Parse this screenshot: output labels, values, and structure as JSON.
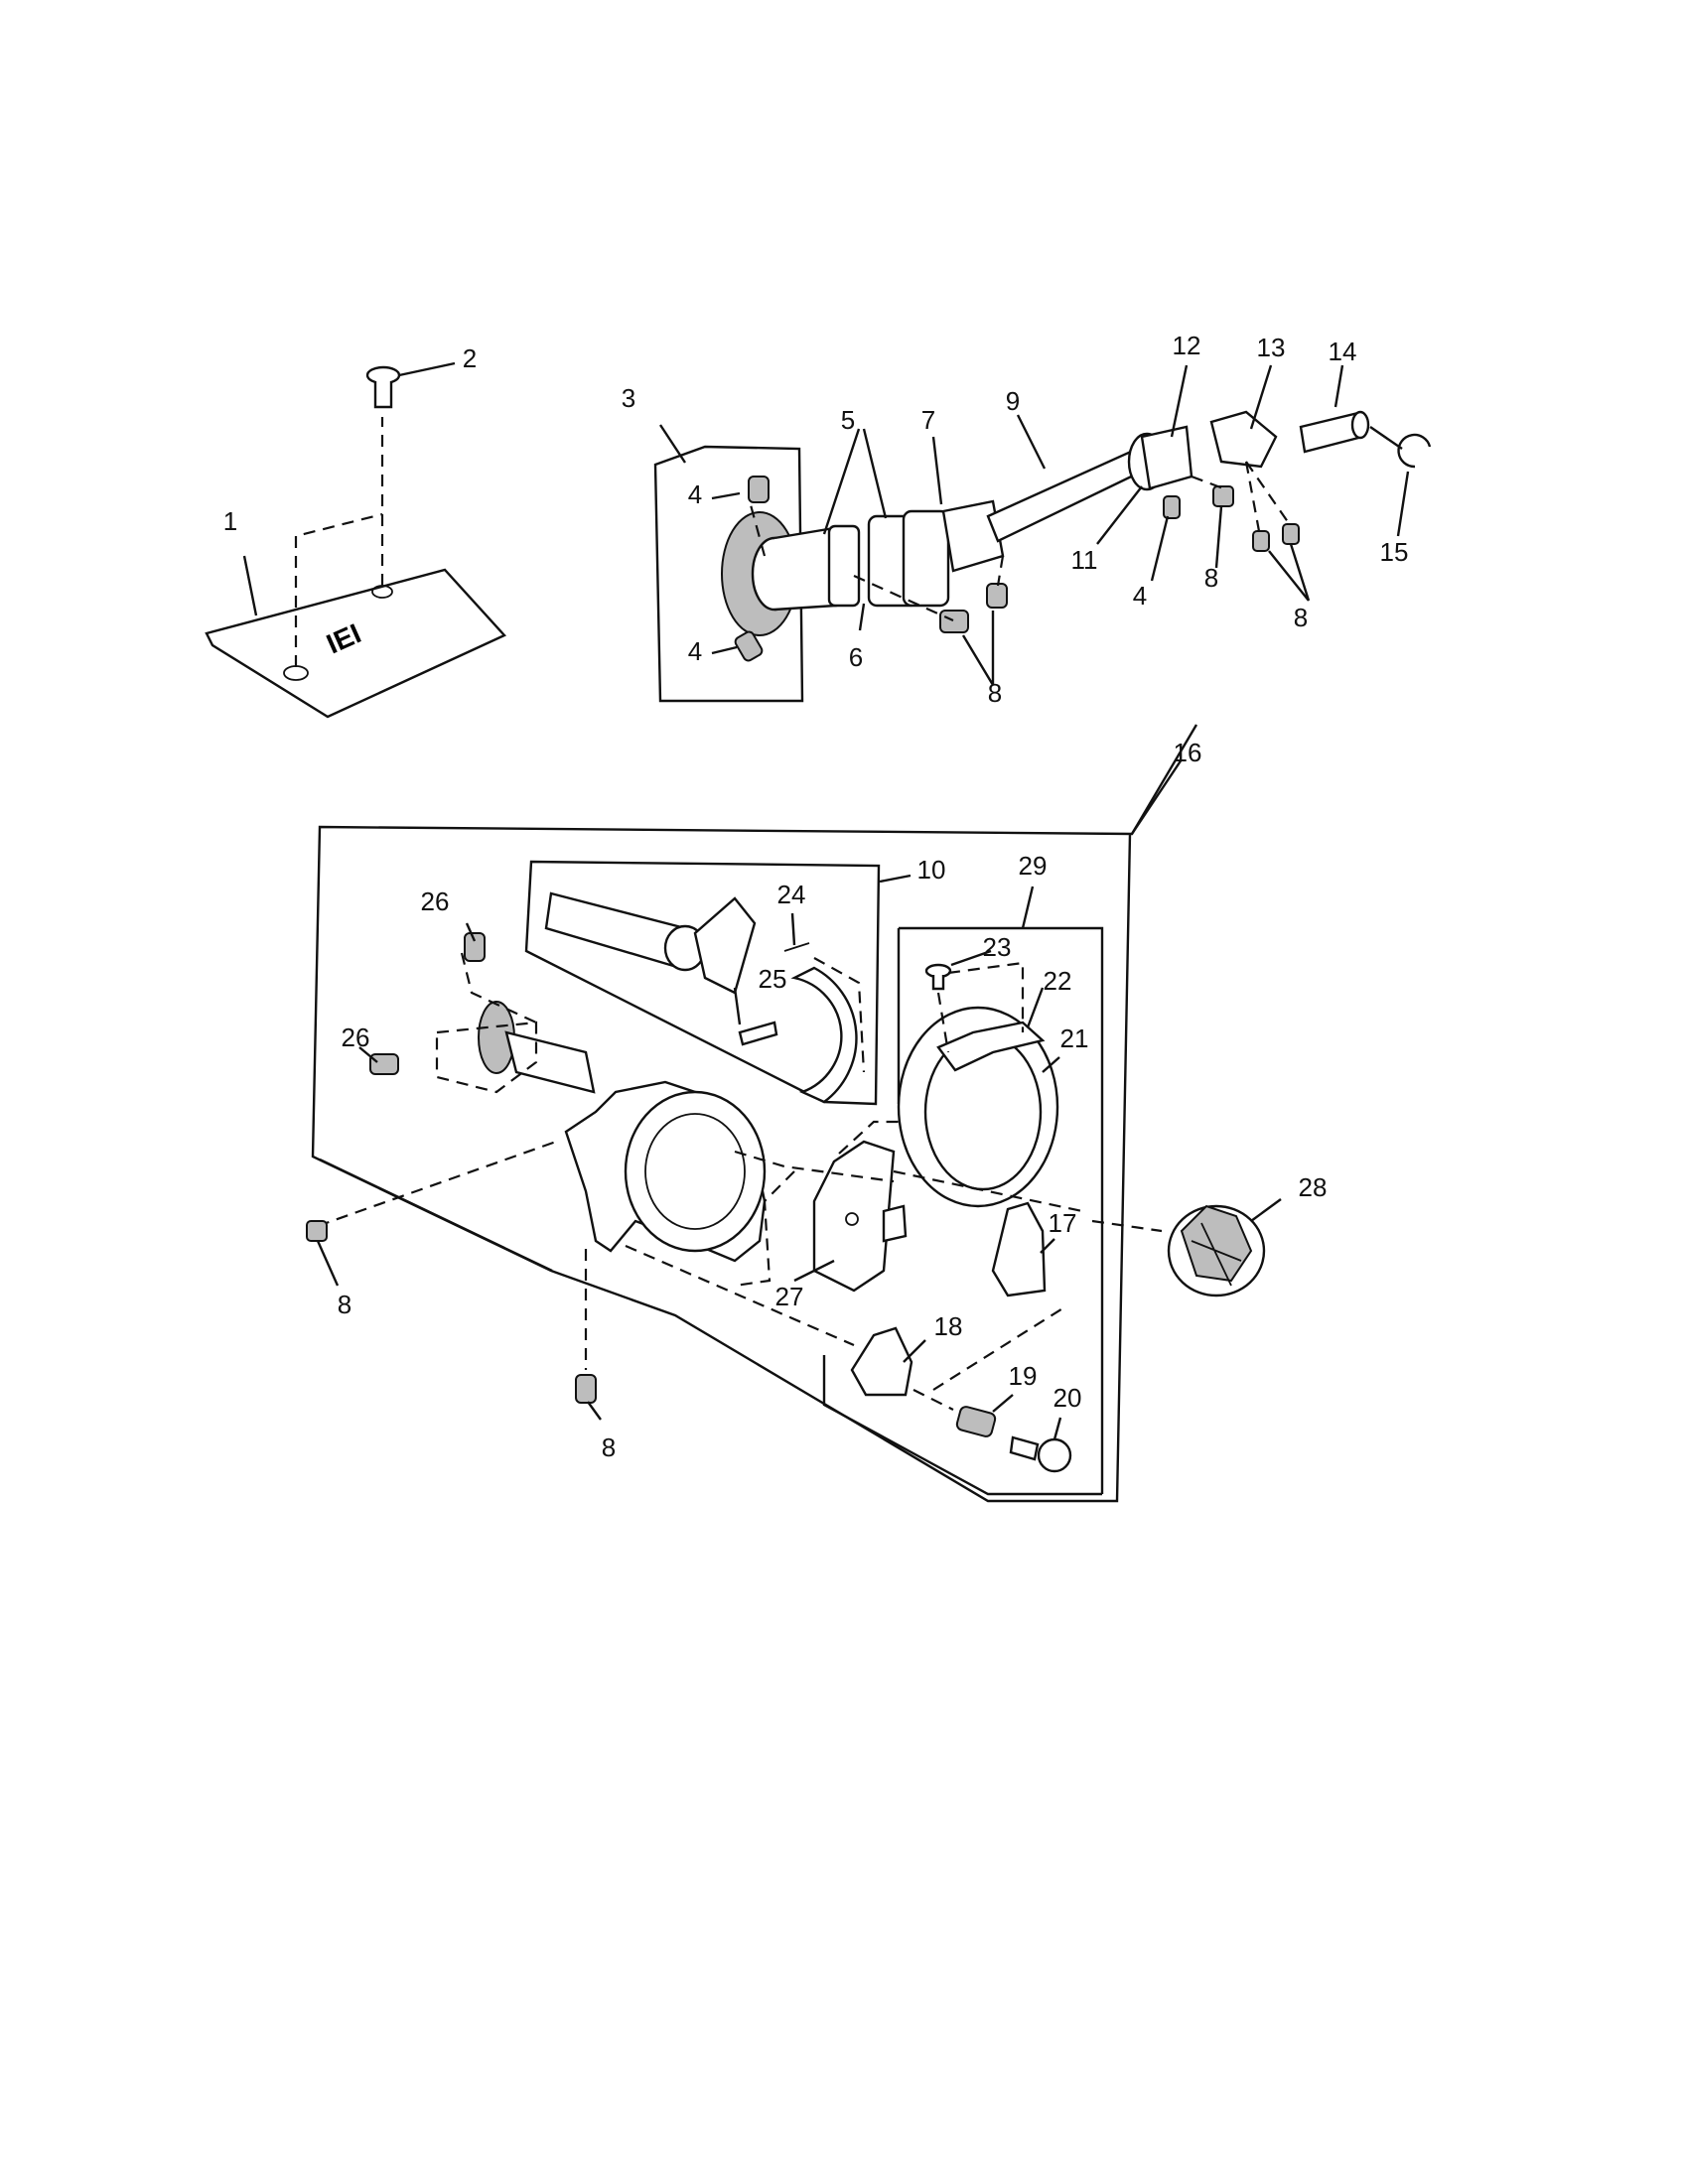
{
  "callouts": {
    "c1": "1",
    "c2": "2",
    "c3": "3",
    "c4a": "4",
    "c4b": "4",
    "c4c": "4",
    "c5": "5",
    "c6": "6",
    "c7": "7",
    "c8a": "8",
    "c8b": "8",
    "c8c": "8",
    "c8d": "8",
    "c8e": "8",
    "c9": "9",
    "c10": "10",
    "c11": "11",
    "c12": "12",
    "c13": "13",
    "c14": "14",
    "c15": "15",
    "c16": "16",
    "c17": "17",
    "c18": "18",
    "c19": "19",
    "c20": "20",
    "c21": "21",
    "c22": "22",
    "c23": "23",
    "c24": "24",
    "c25": "25",
    "c26a": "26",
    "c26b": "26",
    "c27": "27",
    "c28": "28",
    "c29": "29"
  },
  "plate_marking": "IEI"
}
